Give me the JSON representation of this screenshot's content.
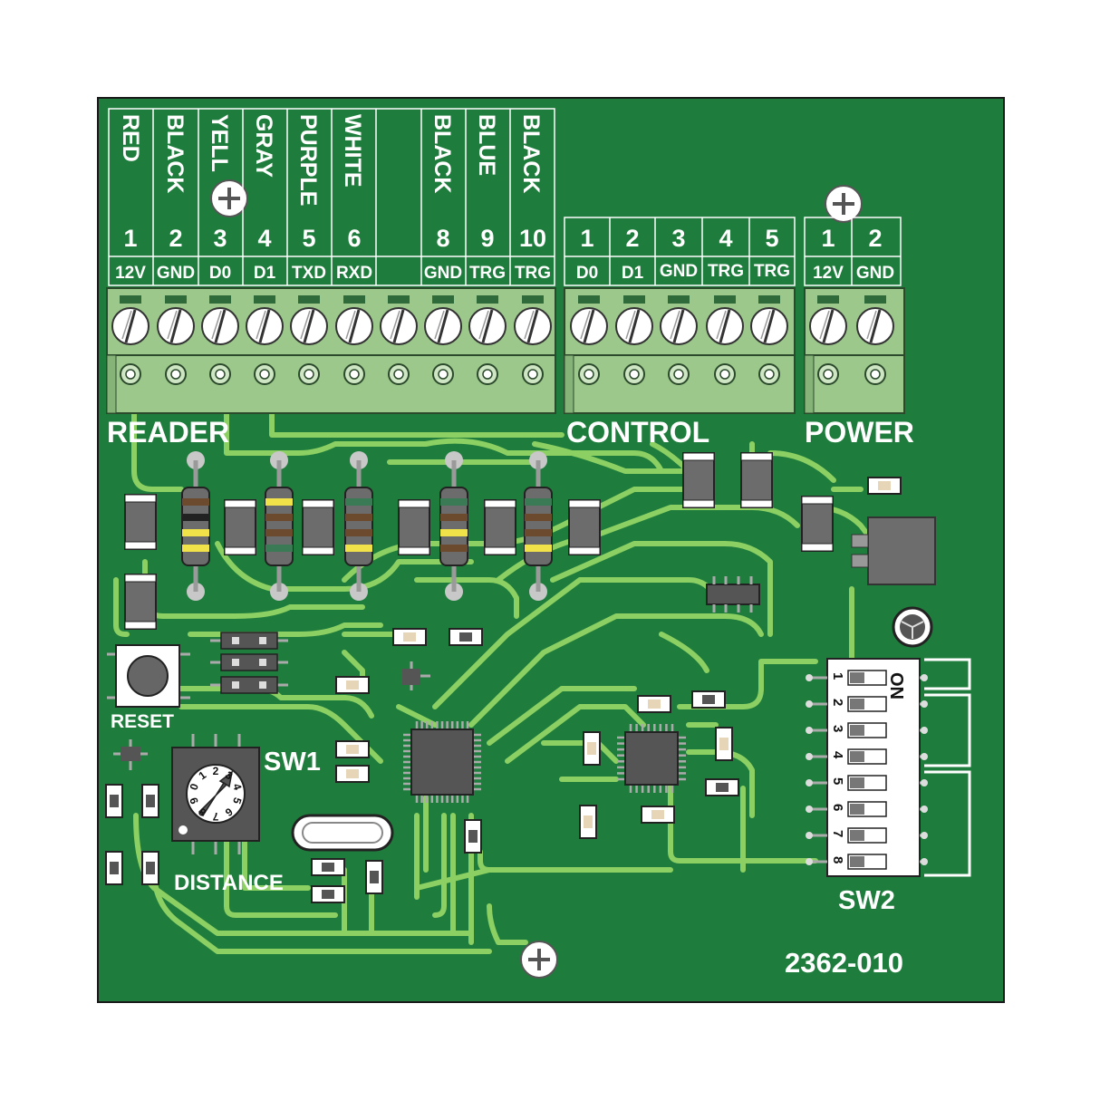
{
  "board": {
    "part_number": "2362-010",
    "colors": {
      "pcb": "#1e7d3c",
      "trace": "#8ccf63",
      "terminal": "#9cc88c"
    }
  },
  "reader": {
    "section_label": "READER",
    "wire_colors": [
      "RED",
      "BLACK",
      "YELL",
      "GRAY",
      "PURPLE",
      "WHITE",
      "",
      "BLACK",
      "BLUE",
      "BLACK"
    ],
    "pin_numbers": [
      "1",
      "2",
      "3",
      "4",
      "5",
      "6",
      "",
      "8",
      "9",
      "10"
    ],
    "signals": [
      "12V",
      "GND",
      "D0",
      "D1",
      "TXD",
      "RXD",
      "",
      "GND",
      "TRG",
      "TRG"
    ]
  },
  "control": {
    "section_label": "CONTROL",
    "pin_numbers": [
      "1",
      "2",
      "3",
      "4",
      "5"
    ],
    "signals": [
      "D0",
      "D1",
      "GND",
      "TRG",
      "TRG"
    ]
  },
  "power": {
    "section_label": "POWER",
    "pin_numbers": [
      "1",
      "2"
    ],
    "signals": [
      "12V",
      "GND"
    ]
  },
  "reset": {
    "label": "RESET"
  },
  "sw1": {
    "label": "SW1",
    "caption": "DISTANCE",
    "dial_digits": [
      "0",
      "1",
      "2",
      "3",
      "4",
      "5",
      "6",
      "7",
      "8",
      "9"
    ]
  },
  "sw2": {
    "label": "SW2",
    "on_label": "ON",
    "switch_numbers": [
      "1",
      "2",
      "3",
      "4",
      "5",
      "6",
      "7",
      "8"
    ]
  }
}
